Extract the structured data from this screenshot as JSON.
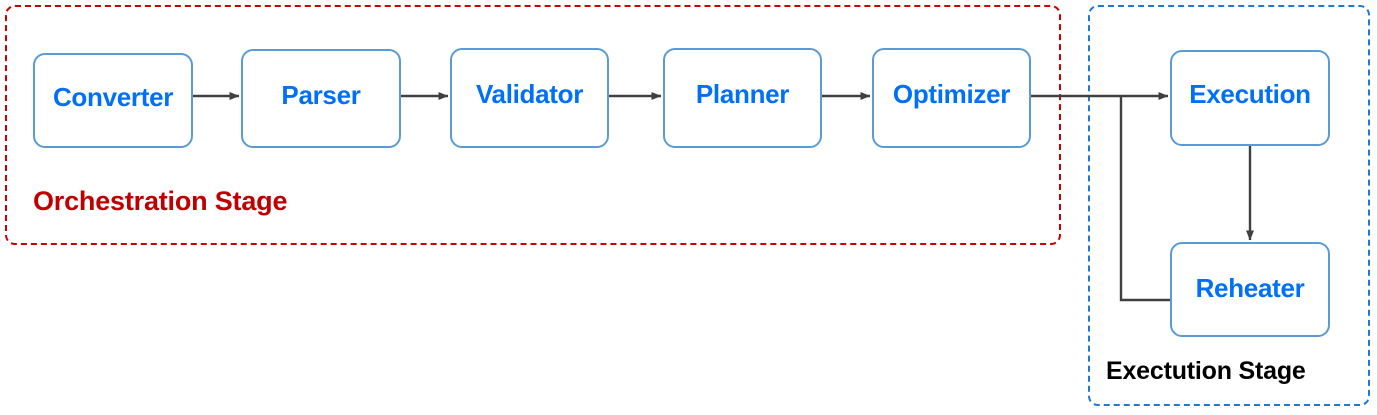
{
  "diagram": {
    "title_text": "",
    "colors": {
      "node_border": "#5b9bd5",
      "node_text": "#0070f8",
      "orchestration_border": "#cc0000",
      "orchestration_label": "#c00000",
      "execution_border": "#1f78d1",
      "execution_label": "#000000",
      "connector": "#404040",
      "background": "#ffffff"
    },
    "groups": [
      {
        "id": "orchestration",
        "label": "Orchestration Stage",
        "border_style": "dashed",
        "border_color": "#cc0000"
      },
      {
        "id": "execution",
        "label": "Exectution Stage",
        "border_style": "dashed",
        "border_color": "#1f78d1"
      }
    ],
    "nodes": [
      {
        "id": "converter",
        "label": "Converter",
        "group": "orchestration"
      },
      {
        "id": "parser",
        "label": "Parser",
        "group": "orchestration"
      },
      {
        "id": "validator",
        "label": "Validator",
        "group": "orchestration"
      },
      {
        "id": "planner",
        "label": "Planner",
        "group": "orchestration"
      },
      {
        "id": "optimizer",
        "label": "Optimizer",
        "group": "orchestration"
      },
      {
        "id": "execution",
        "label": "Execution",
        "group": "execution"
      },
      {
        "id": "reheater",
        "label": "Reheater",
        "group": "execution"
      }
    ],
    "edges": [
      {
        "from": "converter",
        "to": "parser",
        "label": "",
        "arrow": true
      },
      {
        "from": "parser",
        "to": "validator",
        "label": "",
        "arrow": true
      },
      {
        "from": "validator",
        "to": "planner",
        "label": "",
        "arrow": true
      },
      {
        "from": "planner",
        "to": "optimizer",
        "label": "",
        "arrow": true
      },
      {
        "from": "optimizer",
        "to": "execution",
        "label": "",
        "arrow": true
      },
      {
        "from": "execution",
        "to": "reheater",
        "label": "",
        "arrow": true
      },
      {
        "from": "reheater",
        "to": "execution",
        "label": "",
        "arrow": false,
        "routing": "feedback-left-up"
      }
    ]
  }
}
